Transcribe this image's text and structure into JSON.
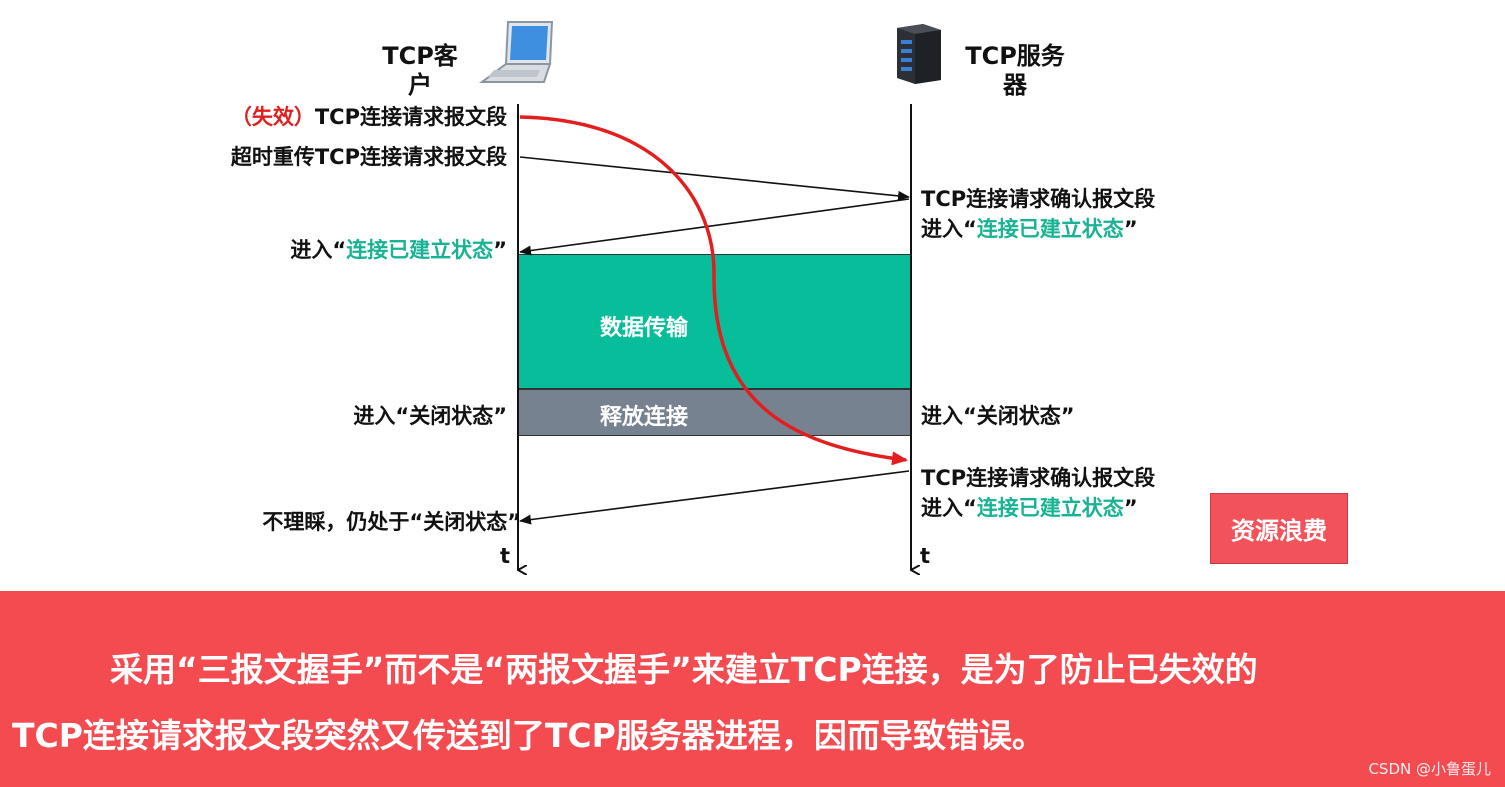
{
  "client": {
    "title": "TCP客",
    "title2": "户"
  },
  "server": {
    "title": "TCP服务",
    "title2": "器"
  },
  "client_labels": {
    "invalid_tag": "（失效）",
    "invalid_request": "TCP连接请求报文段",
    "retransmit": "超时重传TCP连接请求报文段",
    "enter_prefix": "进入“",
    "established": "连接已建立状态",
    "enter_suffix": "”",
    "enter_closed": "进入“关闭状态”",
    "ignore": "不理睬，仍处于“关闭状态”",
    "time_axis": "t"
  },
  "server_labels": {
    "confirm1": "TCP连接请求确认报文段",
    "enter_prefix1": "进入“",
    "established1": "连接已建立状态",
    "enter_suffix1": "”",
    "enter_closed": "进入“关闭状态”",
    "confirm2": "TCP连接请求确认报文段",
    "enter_prefix2": "进入“",
    "established2": "连接已建立状态",
    "enter_suffix2": "”",
    "time_axis": "t"
  },
  "bands": {
    "data_transfer": "数据传输",
    "release": "释放连接"
  },
  "waste": "资源浪费",
  "footer": {
    "line1": "采用“三报文握手”而不是“两报文握手”来建立TCP连接，是为了防止已失效的",
    "line2": "TCP连接请求报文段突然又传送到了TCP服务器进程，因而导致错误。"
  },
  "watermark": "CSDN @小鲁蛋儿",
  "colors": {
    "accent_teal": "#08bd9a",
    "release_gray": "#778291",
    "invalid_red": "#e31e1e",
    "banner_red": "#f44b51"
  }
}
